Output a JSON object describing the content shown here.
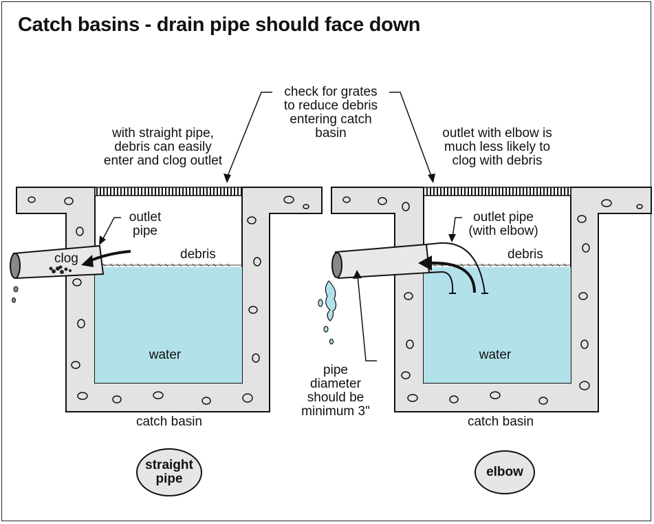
{
  "title": "Catch basins - drain pipe should face down",
  "labels": {
    "grates_note": "check for grates\nto reduce debris\nentering catch basin",
    "straight_note": "with straight pipe,\ndebris can easily\nenter and clog outlet",
    "elbow_note": "outlet with elbow is\nmuch less likely to\nclog with debris",
    "outlet_pipe": "outlet\npipe",
    "outlet_pipe_elbow": "outlet pipe\n(with elbow)",
    "clog": "clog",
    "debris_left": "debris",
    "debris_right": "debris",
    "water_left": "water",
    "water_right": "water",
    "catch_basin_left": "catch basin",
    "catch_basin_right": "catch basin",
    "pipe_diameter": "pipe\ndiameter\nshould be\nminimum 3\""
  },
  "badges": {
    "straight": "straight\npipe",
    "elbow": "elbow"
  },
  "colors": {
    "water": "#b2e1ea",
    "concrete": "#e3e3e3",
    "pipe": "#e8e8e8",
    "outline": "#111111"
  }
}
